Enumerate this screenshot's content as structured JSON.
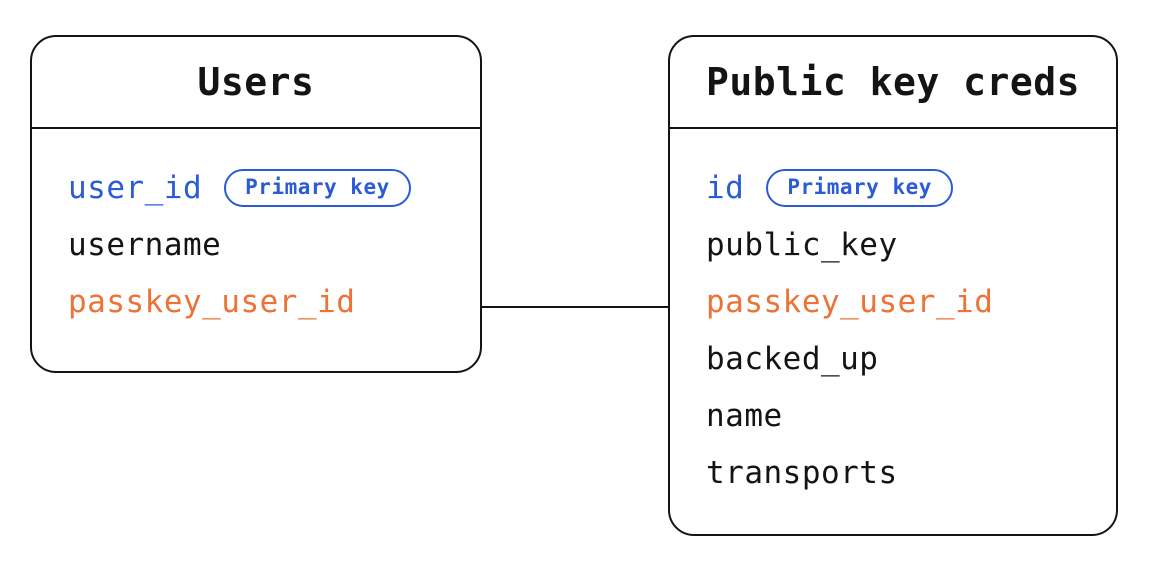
{
  "diagram": {
    "tables": [
      {
        "title": "Users",
        "fields": [
          {
            "name": "user_id",
            "role": "primary-key",
            "badge": "Primary key"
          },
          {
            "name": "username",
            "role": "regular"
          },
          {
            "name": "passkey_user_id",
            "role": "foreign-key"
          }
        ]
      },
      {
        "title": "Public key creds",
        "fields": [
          {
            "name": "id",
            "role": "primary-key",
            "badge": "Primary key"
          },
          {
            "name": "public_key",
            "role": "regular"
          },
          {
            "name": "passkey_user_id",
            "role": "foreign-key"
          },
          {
            "name": "backed_up",
            "role": "regular"
          },
          {
            "name": "name",
            "role": "regular"
          },
          {
            "name": "transports",
            "role": "regular"
          }
        ]
      }
    ],
    "relationship": {
      "from_table": "Users",
      "from_field": "passkey_user_id",
      "to_table": "Public key creds"
    },
    "colors": {
      "primary_key_blue": "#2B5BD7",
      "foreign_key_orange": "#ED7236",
      "text_black": "#141414",
      "border_color": "#141414",
      "bg": "#FFFFFF"
    }
  }
}
